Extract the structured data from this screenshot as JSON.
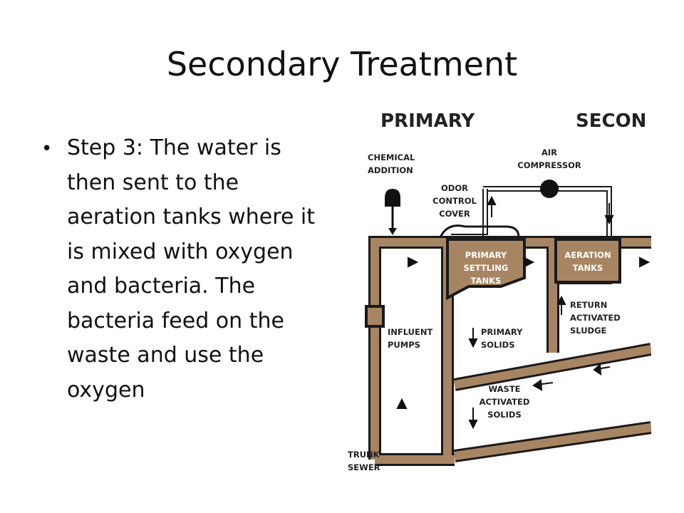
{
  "slide": {
    "title": "Secondary Treatment",
    "bullet": "Step 3: The water is then sent to the aeration tanks where it is mixed with oxygen and bacteria. The bacteria feed on the waste and use the oxygen"
  },
  "diagram": {
    "header_primary": "PRIMARY",
    "header_secondary": "SECON",
    "chemical_addition": [
      "CHEMICAL",
      "ADDITION"
    ],
    "air_compressor": [
      "AIR",
      "COMPRESSOR"
    ],
    "odor_control": [
      "ODOR",
      "CONTROL",
      "COVER"
    ],
    "primary_settling": [
      "PRIMARY",
      "SETTLING",
      "TANKS"
    ],
    "aeration_tanks": [
      "AERATION",
      "TANKS"
    ],
    "return_sludge": [
      "RETURN",
      "ACTIVATED",
      "SLUDGE"
    ],
    "influent_pumps": [
      "INFLUENT",
      "PUMPS"
    ],
    "primary_solids": [
      "PRIMARY",
      "SOLIDS"
    ],
    "waste_solids": [
      "WASTE",
      "ACTIVATED",
      "SOLIDS"
    ],
    "trunk_sewer": [
      "TRUNK",
      "SEWER"
    ],
    "colors": {
      "pipe_fill": "#a88562",
      "pipe_outline": "#1a1a1a",
      "air_line": "#8a8a8a"
    }
  }
}
